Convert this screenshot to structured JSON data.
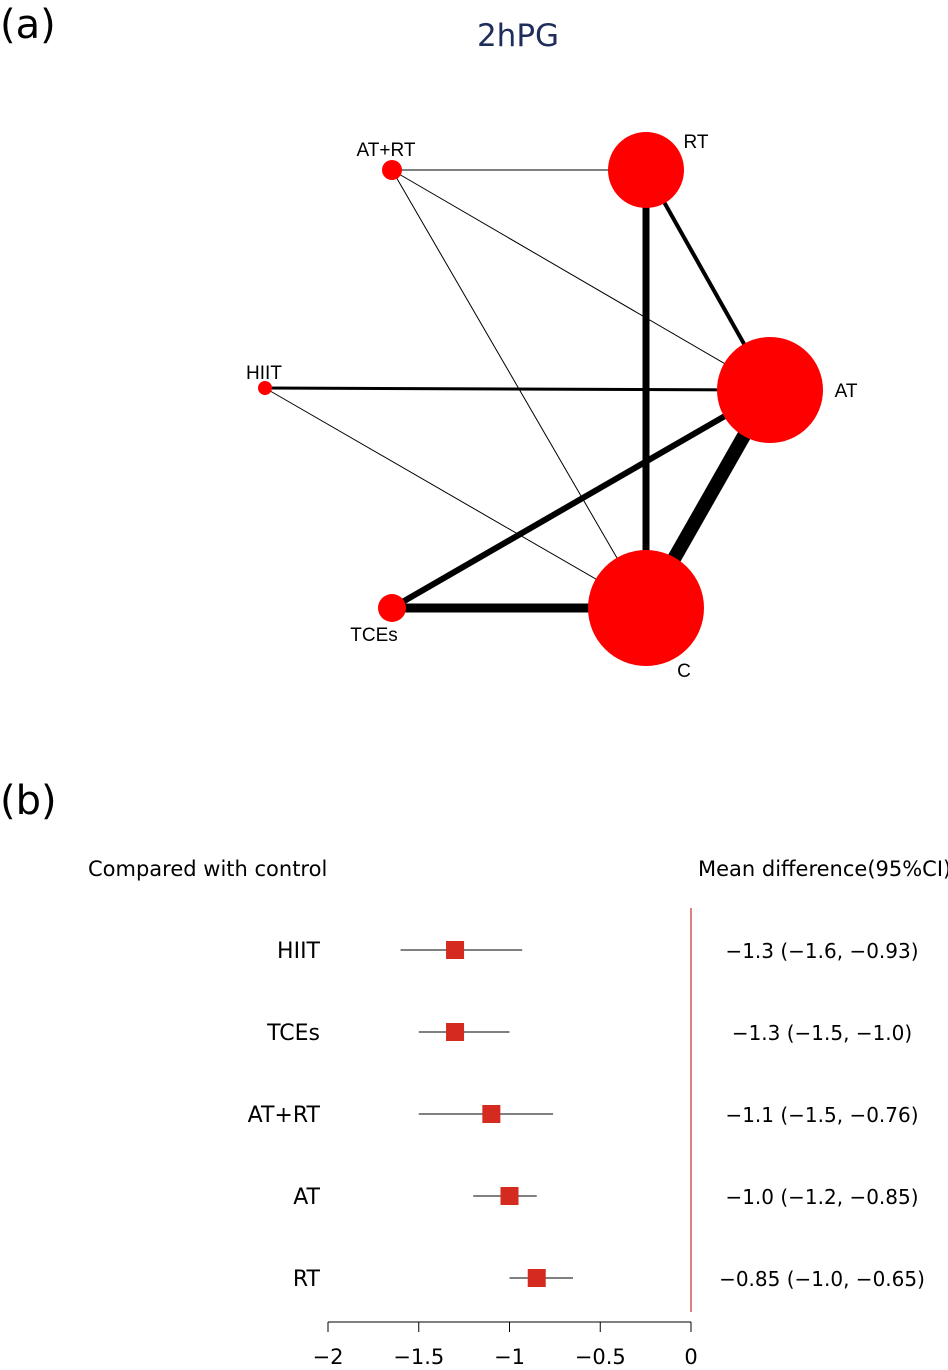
{
  "panel_a_label": "(a)",
  "panel_b_label": "(b)",
  "chart_data": [
    {
      "type": "network",
      "title": "2hPG",
      "colors": {
        "node": "#ff0000",
        "edge": "#000000",
        "title": "#1f2d5a"
      },
      "nodes": [
        {
          "id": "RT",
          "label": "RT",
          "size": 5
        },
        {
          "id": "AT",
          "label": "AT",
          "size": 7
        },
        {
          "id": "C",
          "label": "C",
          "size": 8
        },
        {
          "id": "TCEs",
          "label": "TCEs",
          "size": 2
        },
        {
          "id": "HIIT",
          "label": "HIIT",
          "size": 1
        },
        {
          "id": "ATRT",
          "label": "AT+RT",
          "size": 1.5
        }
      ],
      "edges": [
        {
          "from": "ATRT",
          "to": "RT",
          "weight": 1
        },
        {
          "from": "ATRT",
          "to": "AT",
          "weight": 1
        },
        {
          "from": "ATRT",
          "to": "C",
          "weight": 1
        },
        {
          "from": "RT",
          "to": "AT",
          "weight": 4
        },
        {
          "from": "RT",
          "to": "C",
          "weight": 7
        },
        {
          "from": "HIIT",
          "to": "AT",
          "weight": 3
        },
        {
          "from": "HIIT",
          "to": "C",
          "weight": 1
        },
        {
          "from": "AT",
          "to": "TCEs",
          "weight": 6
        },
        {
          "from": "AT",
          "to": "C",
          "weight": 14
        },
        {
          "from": "TCEs",
          "to": "C",
          "weight": 9
        }
      ]
    },
    {
      "type": "forest",
      "left_header": "Compared with control",
      "right_header": "Mean difference(95%CI)",
      "xlim": [
        -2,
        0
      ],
      "xticks": [
        -2,
        -1.5,
        -1,
        -0.5,
        0
      ],
      "xtick_labels": [
        "−2",
        "−1.5",
        "−1",
        "−0.5",
        "0"
      ],
      "reference_line": 0,
      "colors": {
        "marker": "#d42a20",
        "reference": "#cc2b2b",
        "whisker": "#000000"
      },
      "rows": [
        {
          "label": "HIIT",
          "estimate": -1.3,
          "lower": -1.6,
          "upper": -0.93,
          "text": "−1.3 (−1.6, −0.93)"
        },
        {
          "label": "TCEs",
          "estimate": -1.3,
          "lower": -1.5,
          "upper": -1.0,
          "text": "−1.3 (−1.5, −1.0)"
        },
        {
          "label": "AT+RT",
          "estimate": -1.1,
          "lower": -1.5,
          "upper": -0.76,
          "text": "−1.1 (−1.5, −0.76)"
        },
        {
          "label": "AT",
          "estimate": -1.0,
          "lower": -1.2,
          "upper": -0.85,
          "text": "−1.0 (−1.2, −0.85)"
        },
        {
          "label": "RT",
          "estimate": -0.85,
          "lower": -1.0,
          "upper": -0.65,
          "text": "−0.85 (−1.0, −0.65)"
        }
      ]
    }
  ]
}
